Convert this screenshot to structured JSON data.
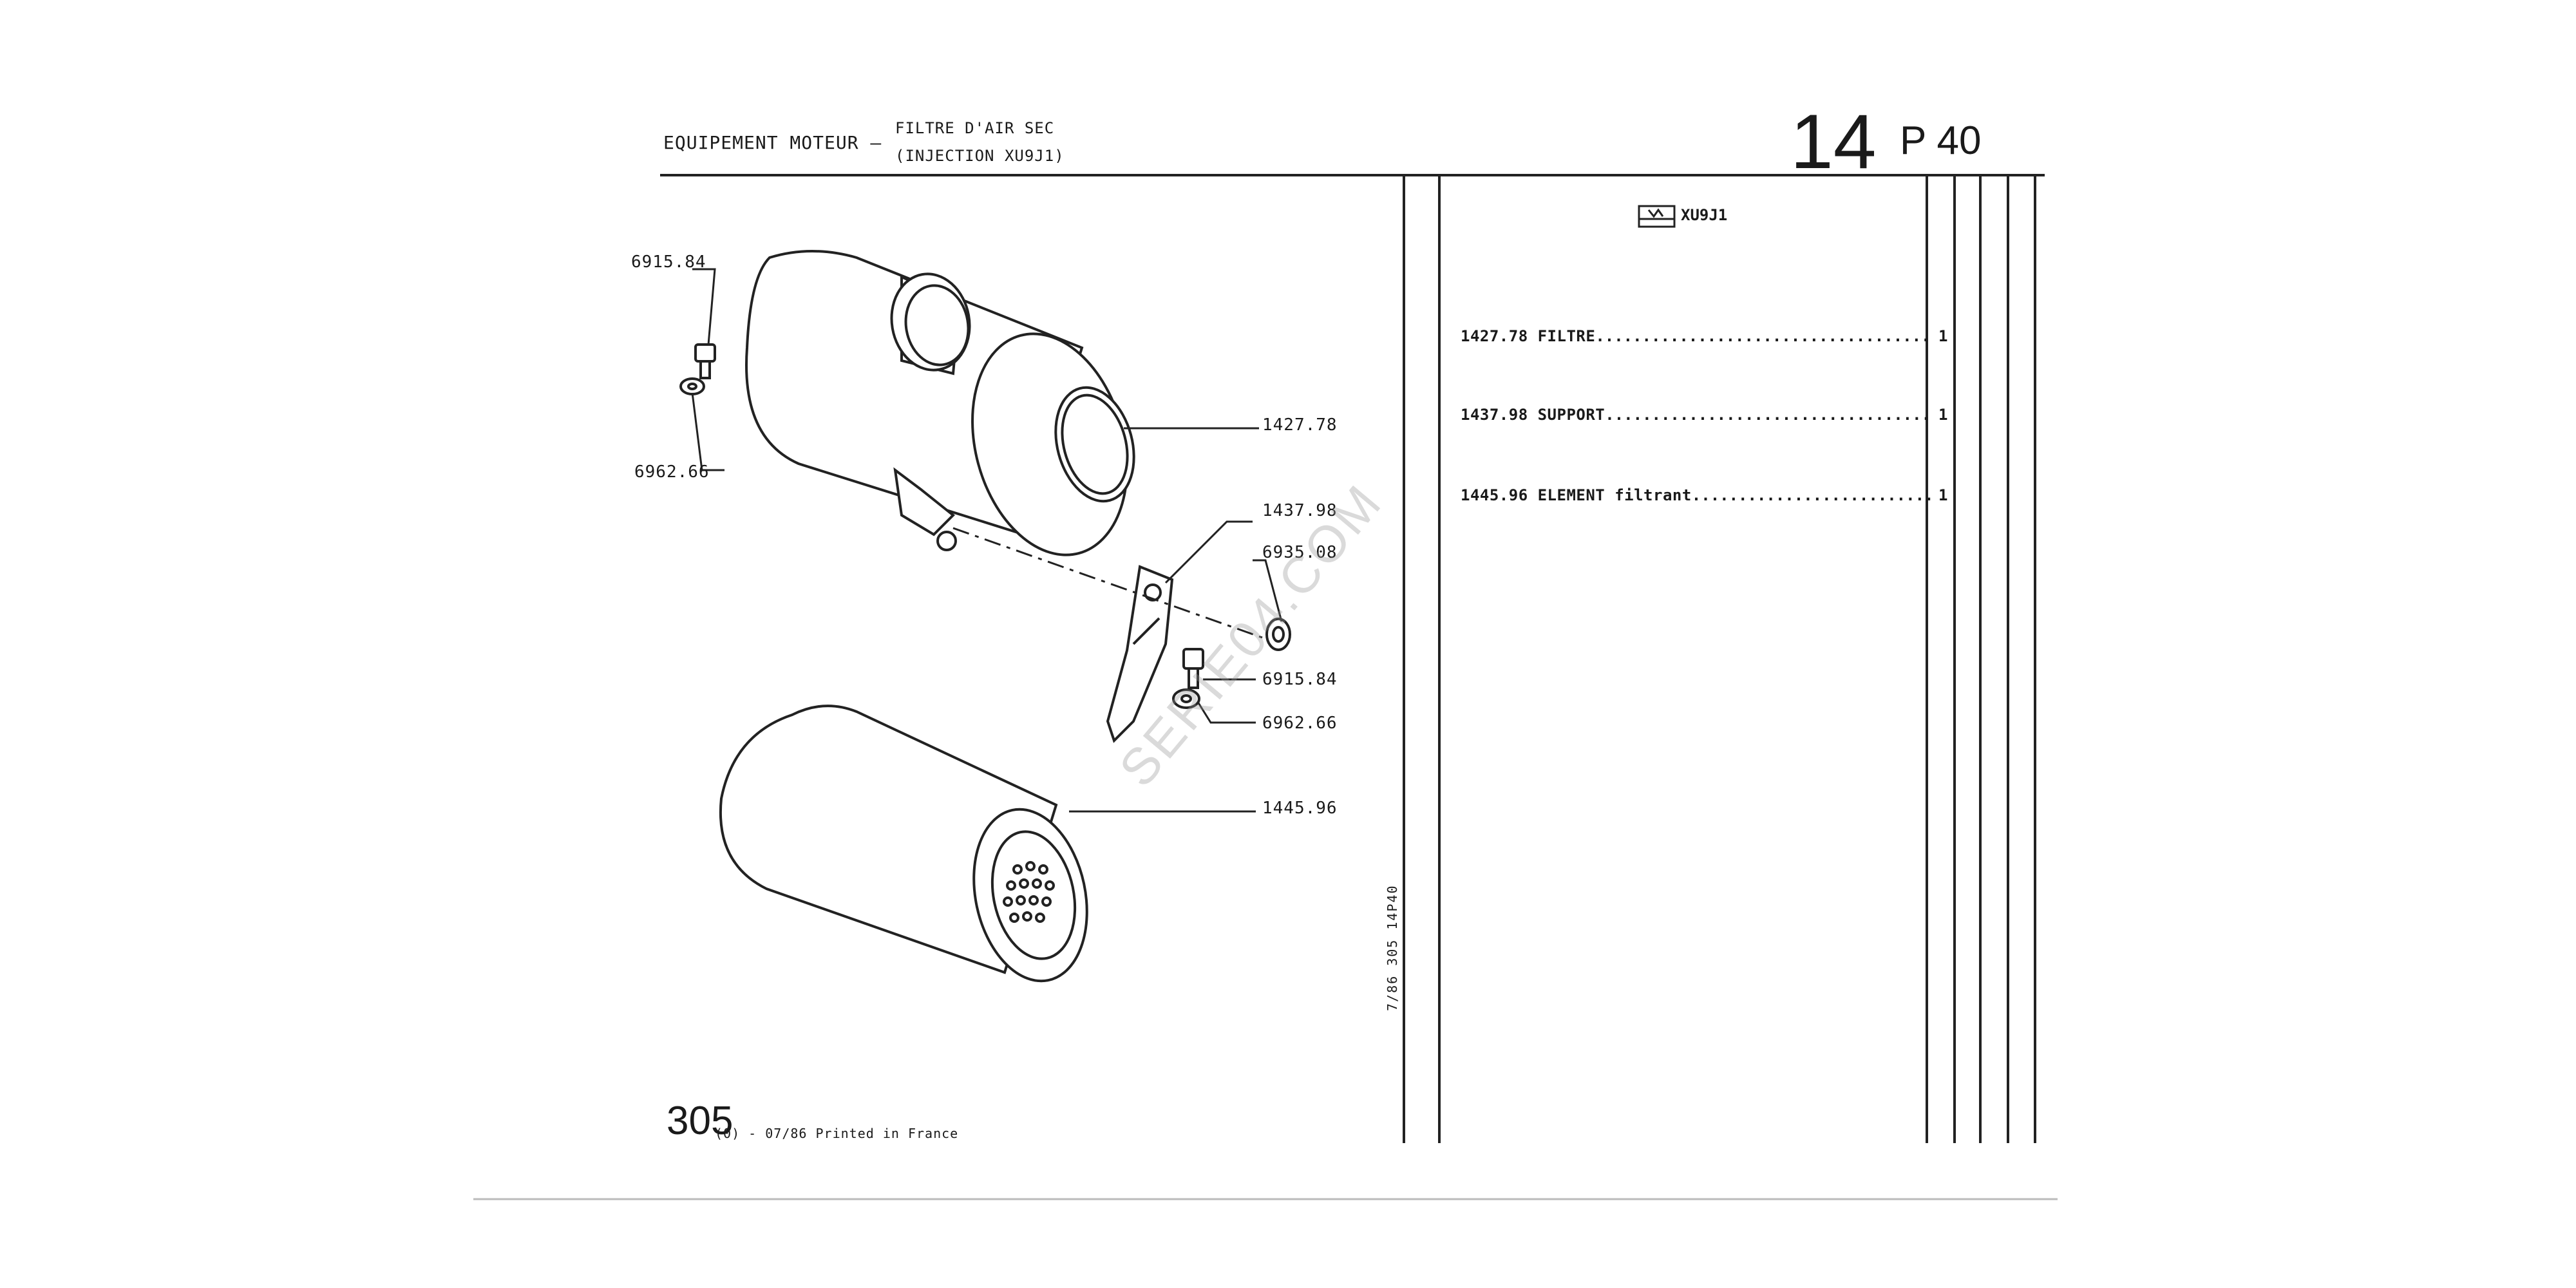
{
  "header": {
    "section": "EQUIPEMENT MOTEUR –",
    "subtitle_line1": "FILTRE D'AIR SEC",
    "subtitle_line2": "(INJECTION XU9J1)",
    "group_number": "14",
    "page_ref": "P 40"
  },
  "callouts": {
    "c1": "6915.84",
    "c2": "6962.66",
    "c3": "1427.78",
    "c4": "1437.98",
    "c5": "6935.08",
    "c6": "6915.84",
    "c7": "6962.66",
    "c8": "1445.96"
  },
  "parts_table": {
    "model": "XU9J1",
    "rows": [
      {
        "ref": "1427.78",
        "name": "FILTRE",
        "dots": "....................................",
        "qty": "1"
      },
      {
        "ref": "1437.98",
        "name": "SUPPORT",
        "dots": "...................................",
        "qty": "1"
      },
      {
        "ref": "1445.96",
        "name": "ELEMENT filtrant",
        "dots": "..........................",
        "qty": "1"
      }
    ]
  },
  "footer": {
    "page_number": "305",
    "imprint": "(0) - 07/86 Printed in France",
    "vertical_code": "7/86  305  14P40"
  },
  "watermark": "SERIE04.COM"
}
